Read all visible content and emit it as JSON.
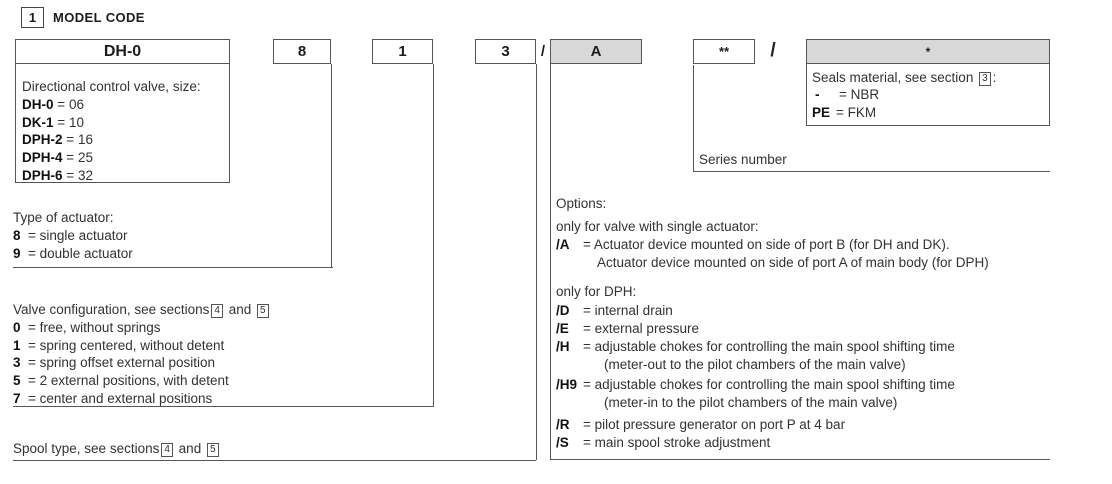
{
  "eq": "=",
  "header": {
    "index": "1",
    "title": "MODEL CODE"
  },
  "code_row": {
    "size": "DH-0",
    "actuator": "8",
    "config": "1",
    "spool": "3",
    "slash1": "/",
    "option": "A",
    "series": "**",
    "slash2": "/",
    "seals": "*"
  },
  "size_block": {
    "title": "Directional control valve, size:",
    "items": [
      {
        "code": "DH-0",
        "value": "06"
      },
      {
        "code": "DK-1",
        "value": "10"
      },
      {
        "code": "DPH-2",
        "value": "16"
      },
      {
        "code": "DPH-4",
        "value": "25"
      },
      {
        "code": "DPH-6",
        "value": "32"
      }
    ]
  },
  "actuator_block": {
    "title": "Type of actuator:",
    "items": [
      {
        "code": "8",
        "value": "single actuator"
      },
      {
        "code": "9",
        "value": "double actuator"
      }
    ]
  },
  "config_block": {
    "title_prefix": "Valve configuration, see sections",
    "section_a": "4",
    "conj": "and",
    "section_b": "5",
    "items": [
      {
        "code": "0",
        "value": "free, without springs"
      },
      {
        "code": "1",
        "value": "spring centered, without detent"
      },
      {
        "code": "3",
        "value": "spring offset external position"
      },
      {
        "code": "5",
        "value": "2 external positions, with detent"
      },
      {
        "code": "7",
        "value": "center and external positions"
      }
    ]
  },
  "spool_block": {
    "title_prefix": "Spool type, see sections",
    "section_a": "4",
    "conj": "and",
    "section_b": "5"
  },
  "options_block": {
    "title": "Options:",
    "single_note": "only for valve with single actuator:",
    "a_code": "/A",
    "a_text": "Actuator device mounted on side of port B (for DH and DK).",
    "a_text2": "Actuator device mounted on side of port A of main body (for DPH)",
    "dph_note": "only for DPH:",
    "d_code": "/D",
    "d_text": "internal drain",
    "e_code": "/E",
    "e_text": "external pressure",
    "h_code": "/H",
    "h_text": "adjustable chokes for controlling the main spool shifting time",
    "h_text2": "(meter-out to the pilot chambers of the main valve)",
    "h9_code": "/H9",
    "h9_text": "adjustable chokes for controlling the main spool shifting time",
    "h9_text2": "(meter-in to the pilot chambers of the main valve)",
    "r_code": "/R",
    "r_text": "pilot pressure generator on port P at 4 bar",
    "s_code": "/S",
    "s_text": "main spool stroke adjustment"
  },
  "series_block": {
    "label": "Series number"
  },
  "seals_block": {
    "title_prefix": "Seals material, see section",
    "section": "3",
    "title_suffix": ":",
    "items": [
      {
        "code": "-",
        "value": "NBR"
      },
      {
        "code": "PE",
        "value": "FKM"
      }
    ]
  },
  "colors": {
    "shaded_box": "#d8d8d8",
    "line": "#55565a",
    "text": "#333333"
  }
}
